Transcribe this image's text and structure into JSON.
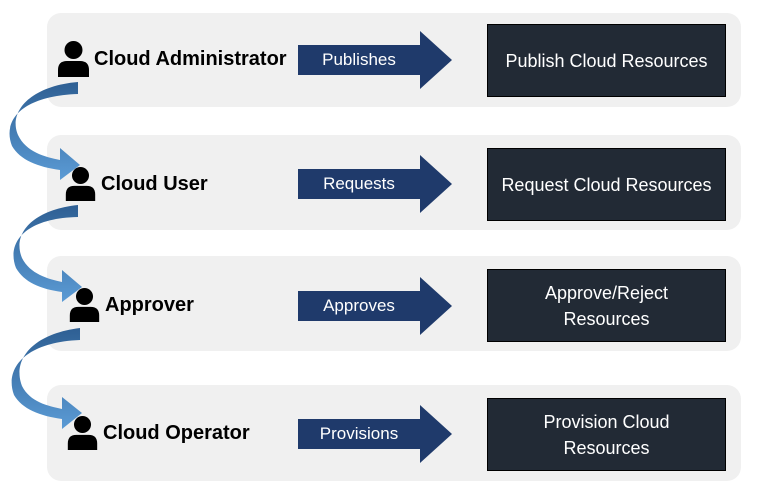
{
  "steps": [
    {
      "actor": "Cloud Administrator",
      "action": "Publishes",
      "result": "Publish Cloud Resources"
    },
    {
      "actor": "Cloud User",
      "action": "Requests",
      "result": "Request Cloud Resources"
    },
    {
      "actor": "Approver",
      "action": "Approves",
      "result": "Approve/Reject Resources"
    },
    {
      "actor": "Cloud Operator",
      "action": "Provisions",
      "result": "Provision Cloud Resources"
    }
  ],
  "colors": {
    "row_background": "#f0f0f0",
    "action_arrow": "#1f3a6b",
    "result_box": "#222a35",
    "flow_arrow": "#5b9bd5"
  },
  "icons": {
    "actor": "person-icon"
  }
}
